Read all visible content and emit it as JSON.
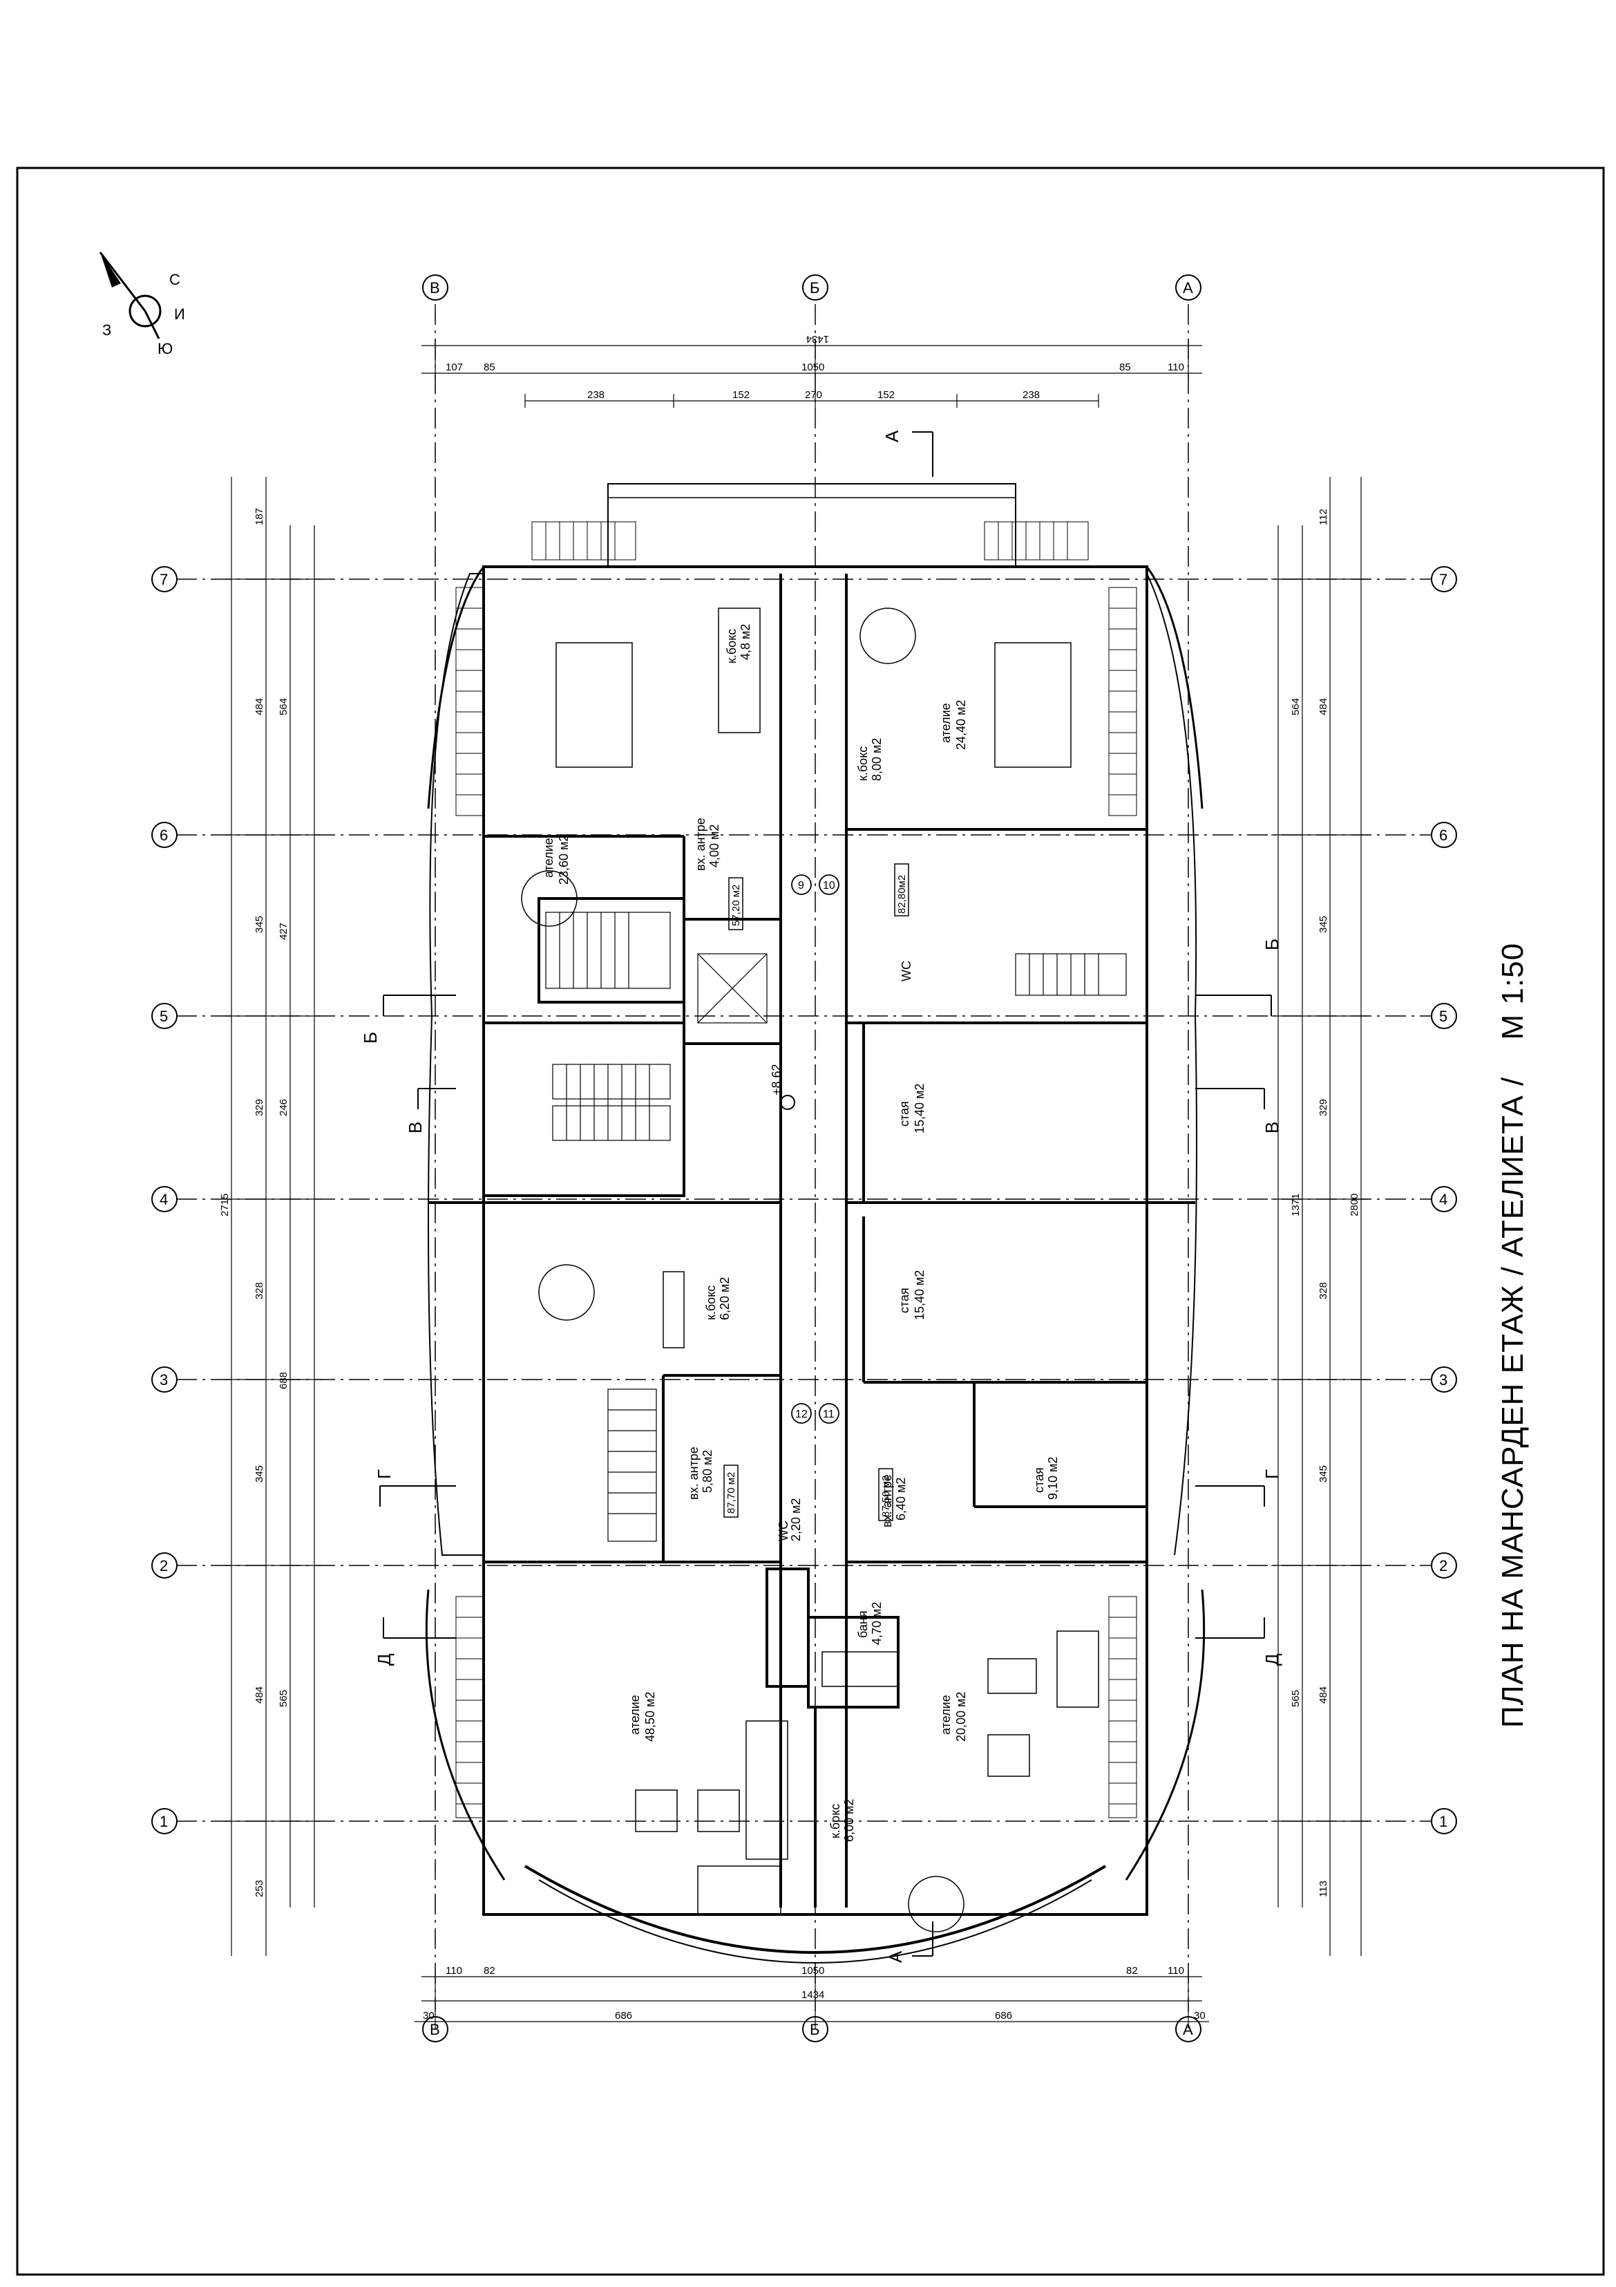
{
  "sheet": {
    "title": "ПЛАН НА  МАНСАРДЕН ЕТАЖ / АТЕЛИЕТА /",
    "scale": "М 1:50"
  },
  "north_arrow": {
    "labels": [
      "С",
      "Ю",
      "И",
      "З"
    ]
  },
  "axes": {
    "longitudinal": [
      "В",
      "Б",
      "А"
    ],
    "transverse": [
      "7",
      "6",
      "5",
      "4",
      "3",
      "2",
      "1"
    ]
  },
  "sections": [
    "А",
    "Б",
    "В",
    "Г",
    "Д"
  ],
  "rooms": [
    {
      "name": "ателие",
      "area": "23,60 м2"
    },
    {
      "name": "к.бокс",
      "area": "4,8 м2"
    },
    {
      "name": "вх. антре",
      "area": "4,00 м2"
    },
    {
      "name": "ателие",
      "area": "24,40 м2"
    },
    {
      "name": "к.бокс",
      "area": "8,00 м2"
    },
    {
      "name": "WC",
      "area": ""
    },
    {
      "name": "стая",
      "area": "15,40 м2"
    },
    {
      "name": "стая",
      "area": "15,40 м2"
    },
    {
      "name": "к.бокс",
      "area": "6,20 м2"
    },
    {
      "name": "вх. антре",
      "area": "5,80 м2"
    },
    {
      "name": "WC",
      "area": "2,20 м2"
    },
    {
      "name": "вх. антре",
      "area": "6,40 м2"
    },
    {
      "name": "стая",
      "area": "9,10 м2"
    },
    {
      "name": "баня",
      "area": "4,70 м2"
    },
    {
      "name": "ателие",
      "area": "48,50 м2"
    },
    {
      "name": "ателие",
      "area": "20,00 м2"
    },
    {
      "name": "к.бокс",
      "area": "6,00 м2"
    }
  ],
  "unit_totals": [
    "57,20 м2",
    "82,80м2",
    "87,70 м2",
    "87,50 м2"
  ],
  "unit_numbers": [
    "9",
    "10",
    "12",
    "11"
  ],
  "level_mark": "+8.62",
  "dimensions": {
    "top_overall": "1434",
    "top_sub": [
      "107",
      "85",
      "1050",
      "85",
      "110"
    ],
    "top_inner": [
      "238",
      "152",
      "270",
      "152",
      "238"
    ],
    "bottom_overall": "1434",
    "bottom_sub": [
      "110",
      "82",
      "1050",
      "82",
      "110"
    ],
    "bottom_outer": [
      "30",
      "686",
      "686",
      "30"
    ],
    "left_overall": "2715",
    "left_chain": [
      "187",
      "484",
      "345",
      "329",
      "328",
      "345",
      "484",
      "253"
    ],
    "right_overall": "2800",
    "right_chain": [
      "112",
      "484",
      "345",
      "329",
      "328",
      "345",
      "484",
      "113"
    ],
    "left_inner": [
      "564",
      "427",
      "246",
      "688",
      "565"
    ],
    "right_inner": [
      "564",
      "1371",
      "565"
    ]
  }
}
